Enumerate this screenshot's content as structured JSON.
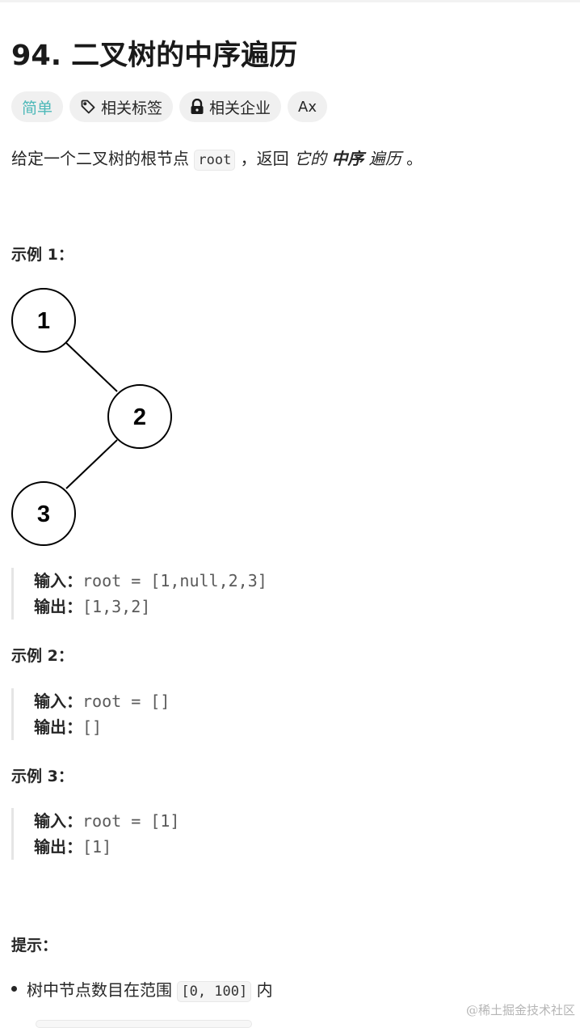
{
  "title": "94. 二叉树的中序遍历",
  "tags": [
    {
      "label": "简单",
      "icon": null,
      "color": "#4cb8b8"
    },
    {
      "label": "相关标签",
      "icon": "tag-icon"
    },
    {
      "label": "相关企业",
      "icon": "lock-icon"
    },
    {
      "label": "Ax",
      "icon": "translate-icon"
    }
  ],
  "description": {
    "pre": "给定一个二叉树的根节点 ",
    "code": "root",
    "mid": " ，返回 ",
    "it1": "它的 ",
    "bold": "中序",
    "it2": " 遍历",
    "end": " 。"
  },
  "examples": [
    {
      "heading": "示例 1：",
      "input_label": "输入：",
      "input": "root = [1,null,2,3]",
      "output_label": "输出：",
      "output": "[1,3,2]",
      "tree": [
        "1",
        "2",
        "3"
      ]
    },
    {
      "heading": "示例 2：",
      "input_label": "输入：",
      "input": "root = []",
      "output_label": "输出：",
      "output": "[]"
    },
    {
      "heading": "示例 3：",
      "input_label": "输入：",
      "input": "root = [1]",
      "output_label": "输出：",
      "output": "[1]"
    }
  ],
  "hints": {
    "heading": "提示：",
    "items": [
      {
        "pre": "树中节点数目在范围 ",
        "code": "[0, 100]",
        "post": " 内"
      }
    ]
  },
  "watermark": "@稀土掘金技术社区"
}
